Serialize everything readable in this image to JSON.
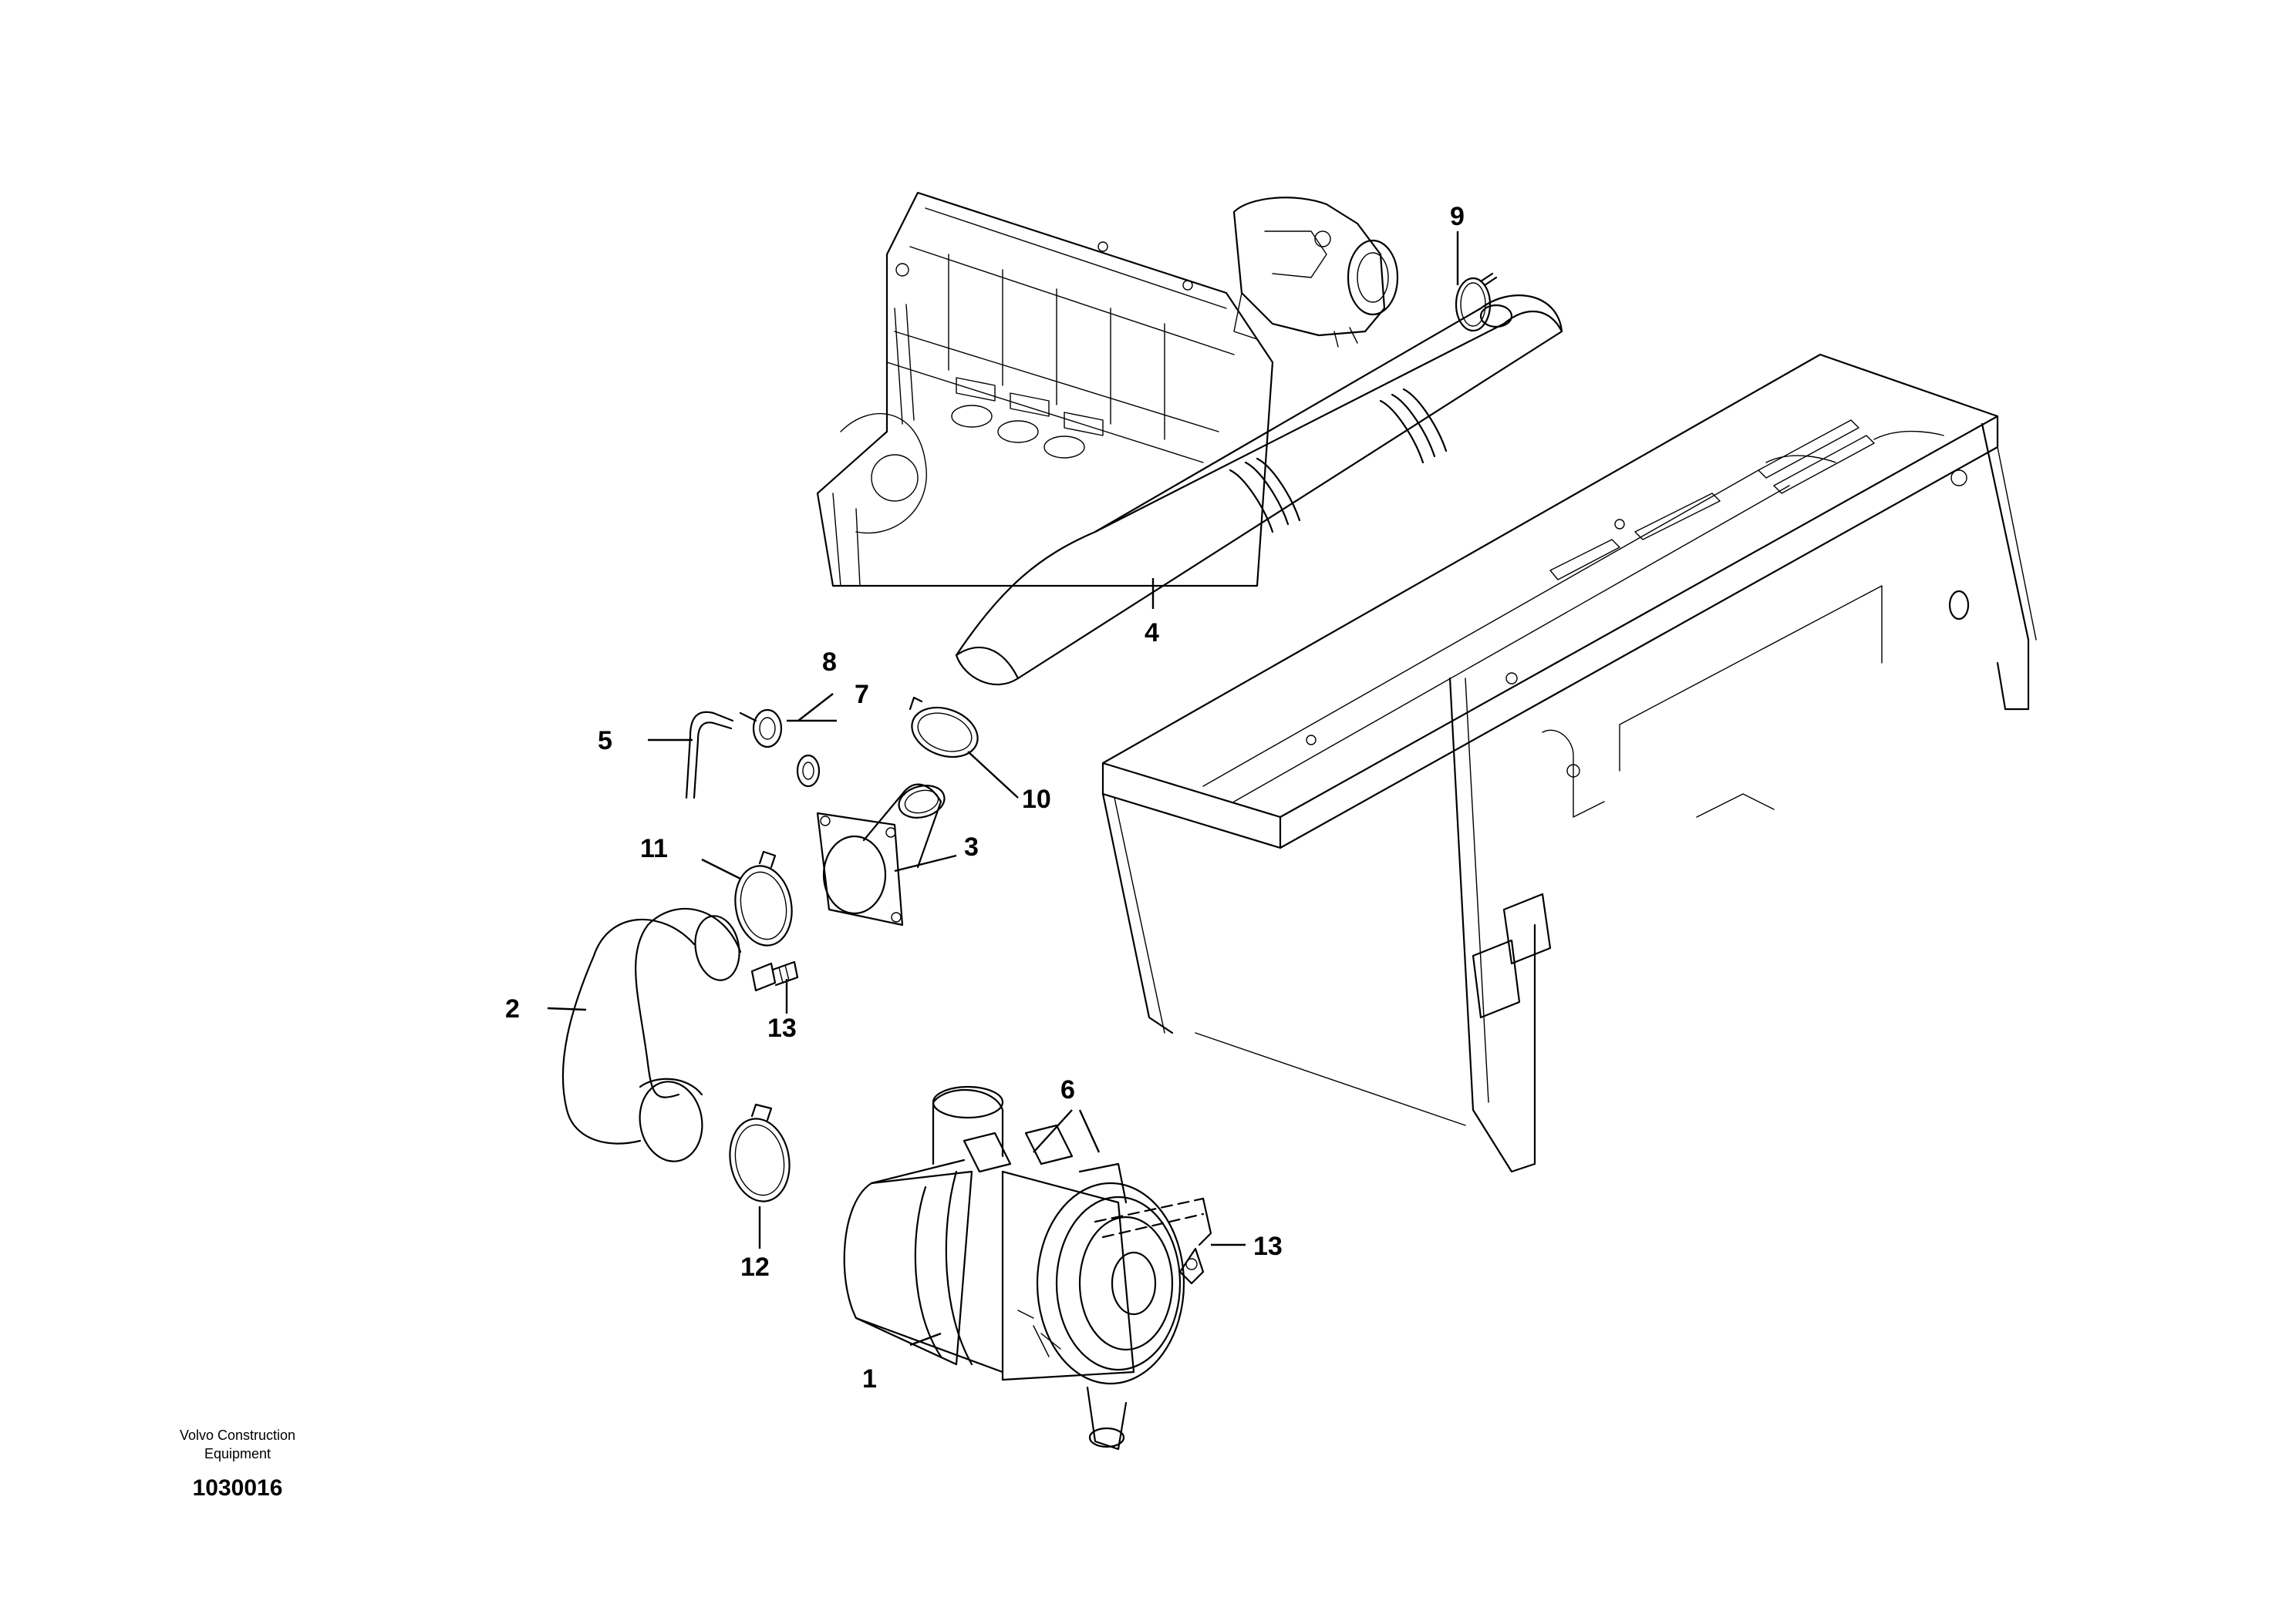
{
  "callouts": {
    "c1": "1",
    "c2": "2",
    "c3": "3",
    "c4": "4",
    "c5": "5",
    "c6": "6",
    "c7": "7",
    "c8": "8",
    "c9": "9",
    "c10": "10",
    "c11": "11",
    "c12": "12",
    "c13a": "13",
    "c13b": "13"
  },
  "footer": {
    "brand_line1": "Volvo Construction",
    "brand_line2": "Equipment",
    "document_id": "1030016"
  }
}
